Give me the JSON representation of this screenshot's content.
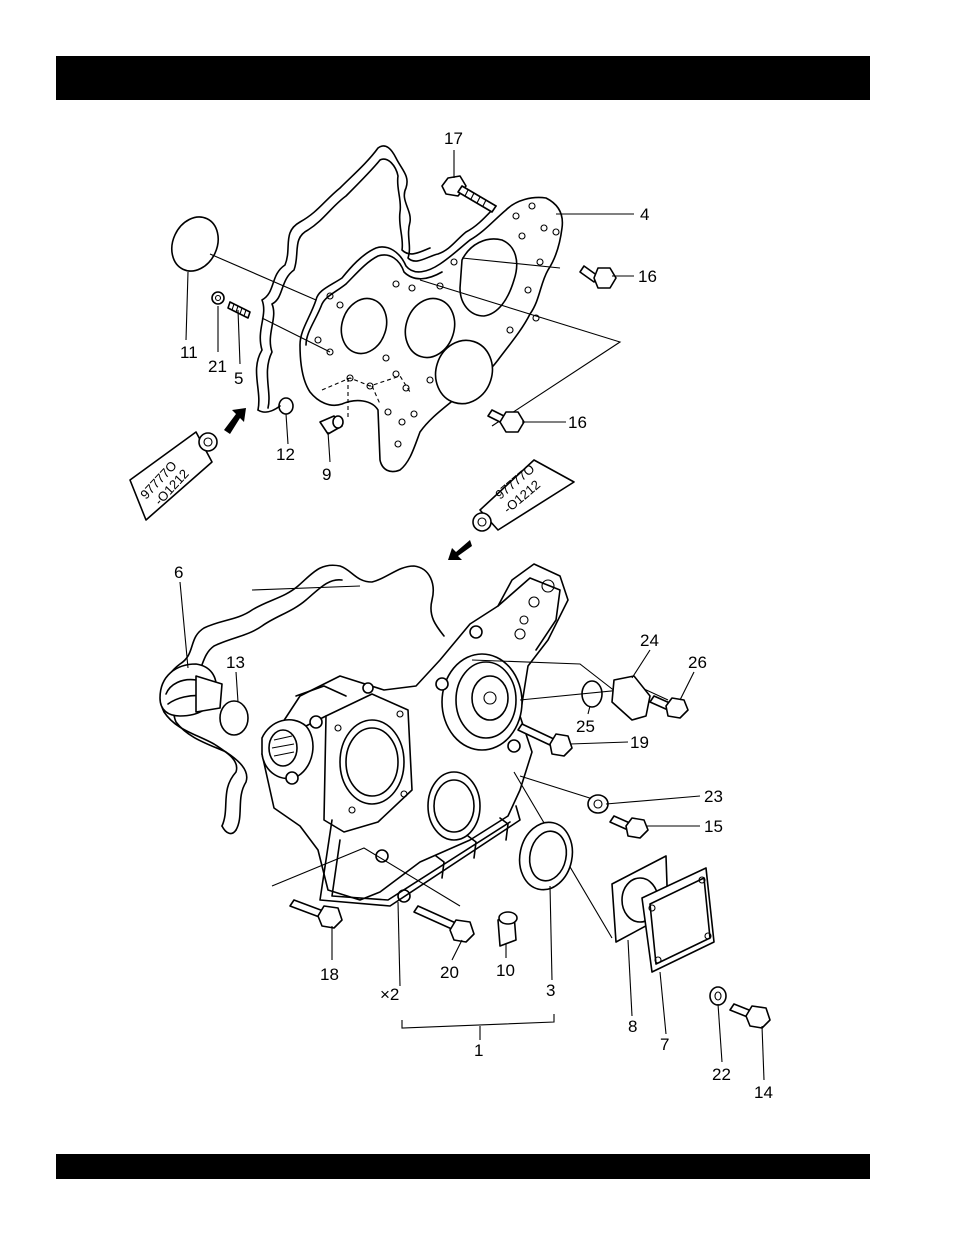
{
  "callouts": {
    "c1": "1",
    "c2": "×2",
    "c3": "3",
    "c4": "4",
    "c5": "5",
    "c6": "6",
    "c7": "7",
    "c8": "8",
    "c9": "9",
    "c10": "10",
    "c11": "11",
    "c12": "12",
    "c13": "13",
    "c14": "14",
    "c15": "15",
    "c16a": "16",
    "c16b": "16",
    "c17": "17",
    "c18": "18",
    "c19": "19",
    "c20": "20",
    "c21": "21",
    "c22": "22",
    "c23": "23",
    "c24": "24",
    "c25": "25",
    "c26": "26"
  },
  "sealant_tubes": {
    "upper": [
      "97777O",
      "-O1212"
    ],
    "lower": [
      "97777O",
      "-O1212"
    ]
  },
  "colors": {
    "bars": "#000000",
    "ink": "#000000",
    "paper": "#ffffff"
  }
}
